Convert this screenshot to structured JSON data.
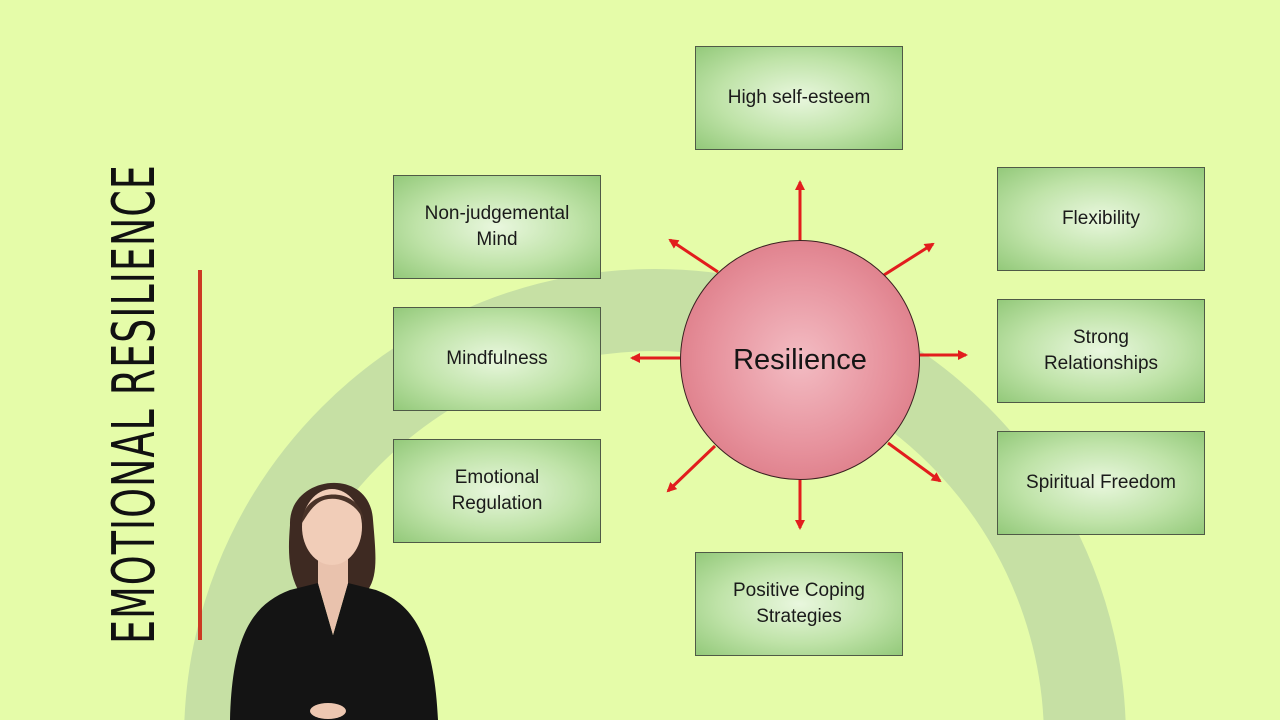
{
  "sidebar": {
    "title": "EMOTIONAL RESILIENCE"
  },
  "diagram": {
    "center": "Resilience",
    "nodes": {
      "high_self_esteem": "High self-esteem",
      "non_judgemental": "Non-judgemental\nMind",
      "mindfulness": "Mindfulness",
      "emotional_regulation": "Emotional\nRegulation",
      "flexibility": "Flexibility",
      "strong_relationships": "Strong\nRelationships",
      "spiritual_freedom": "Spiritual Freedom",
      "positive_coping": "Positive Coping\nStrategies"
    },
    "colors": {
      "background": "#e5fca9",
      "arrow": "#e21d1d",
      "accent_line": "#cc3a23",
      "hub": "#e6909b",
      "box": "#bfe3a8"
    }
  }
}
